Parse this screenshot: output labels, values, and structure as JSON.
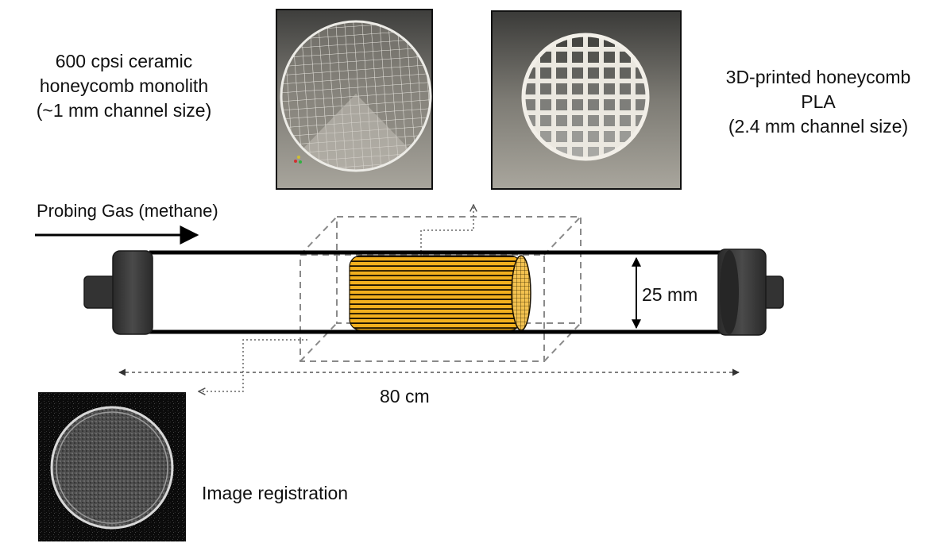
{
  "labels": {
    "ceramic_line1": "600 cpsi ceramic",
    "ceramic_line2": "honeycomb monolith",
    "ceramic_line3": "(~1 mm channel size)",
    "printed_line1": "3D-printed honeycomb",
    "printed_line2": "PLA",
    "printed_line3": "(2.4 mm channel size)",
    "gas": "Probing Gas (methane)",
    "diameter": "25 mm",
    "length": "80 cm",
    "registration": "Image registration"
  },
  "colors": {
    "monolith_fill": "#f2b01e",
    "monolith_stripe": "#1a1100",
    "cap": "#3a3a3a",
    "tube": "#000000",
    "dashed": "#8a8a8a",
    "photo_bg": "#6b6a64",
    "mri_bg": "#0b0b0b"
  },
  "icons": {
    "flow": "arrow-right-icon",
    "dimension": "double-arrow-icon"
  }
}
